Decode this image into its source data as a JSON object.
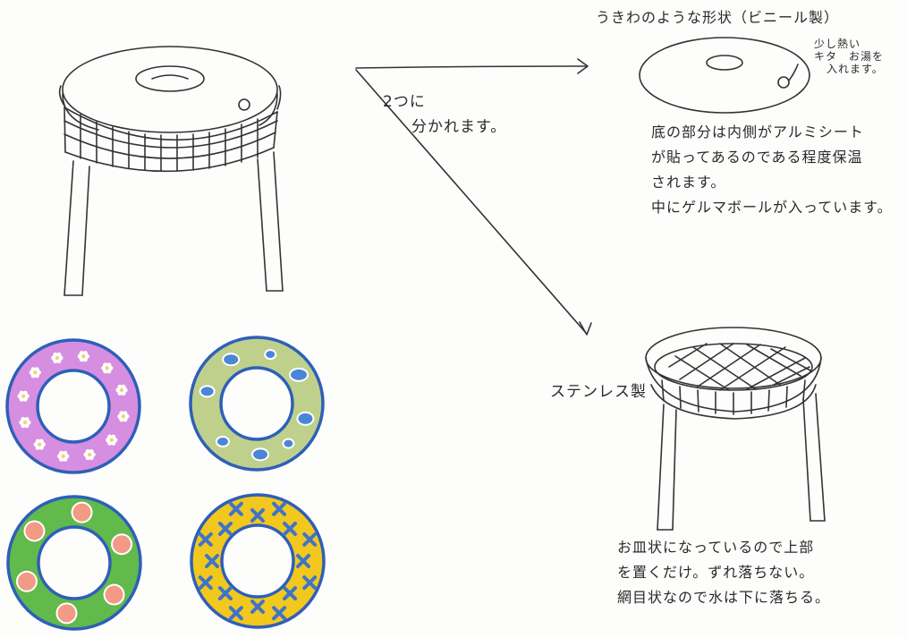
{
  "annotations": {
    "split": [
      "2つに",
      "分かれます。"
    ],
    "top_title": "うきわのような形状（ビニール製）",
    "side_note": [
      "少し熱い",
      "キタ　お湯を",
      "入れます。"
    ],
    "top_body": [
      "底の部分は内側がアルミシート",
      "が貼ってあるのである程度保温",
      "されます。",
      "中にゲルマボールが入っています。"
    ],
    "bottom_title": "ステンレス製",
    "bottom_body": [
      "お皿状になっているので上部",
      "を置くだけ。ずれ落ちない。",
      "網目状なので水は下に落ちる。"
    ]
  },
  "colors": {
    "ink": "#333333",
    "ring_pink": "#d68ee0",
    "ring_olive": "#bfd08c",
    "ring_green": "#62b94c",
    "ring_yellow": "#f2c81e",
    "ring_border": "#2e5fb8",
    "flower": "#ffffff",
    "dot_blue": "#4a86d6",
    "dot_salmon": "#f29a86",
    "cross_blue": "#3f74c8"
  },
  "icons": [
    "pink-flower-ring-icon",
    "olive-dot-ring-icon",
    "green-dot-ring-icon",
    "yellow-cross-ring-icon"
  ]
}
